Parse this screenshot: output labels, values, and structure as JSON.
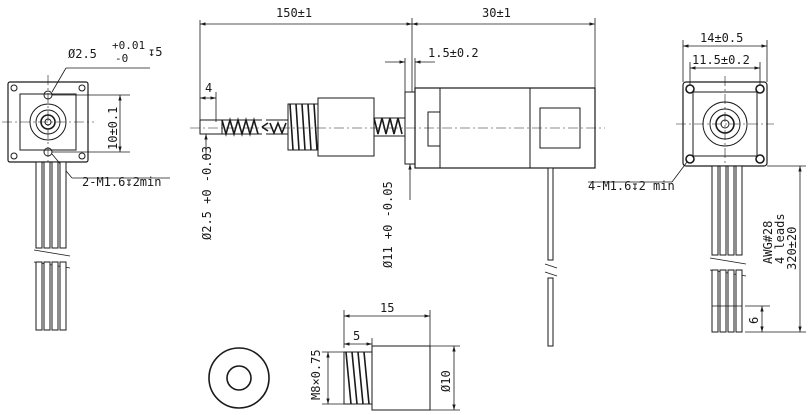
{
  "dims": {
    "shaft_length": "150±1",
    "motor_length": "30±1",
    "flange_thickness": "1.5±0.2",
    "shaft_end": "4",
    "shaft_dia_main": "Ø2.5",
    "shaft_dia_tol_upper": "+0.01",
    "shaft_dia_tol_lower": "-0",
    "shaft_dia_depth": "↧5",
    "hole_spacing_left": "10±0.1",
    "left_holes": "2-M1.6↧2min",
    "shaft_dia_vertical": "Ø2.5 +0 -0.03",
    "boss_dia_vertical": "Ø11 +0 -0.05",
    "square_outer": "14±0.5",
    "square_inner": "11.5±0.2",
    "right_holes": "4-M1.6↧2 min",
    "lead_length": "320±20",
    "lead_count": "4 leads",
    "lead_gauge": "AWG#28",
    "strip_length": "6",
    "nut_length": "15",
    "nut_thread_length": "5",
    "nut_thread": "M8×0.75",
    "nut_dia": "Ø10"
  }
}
